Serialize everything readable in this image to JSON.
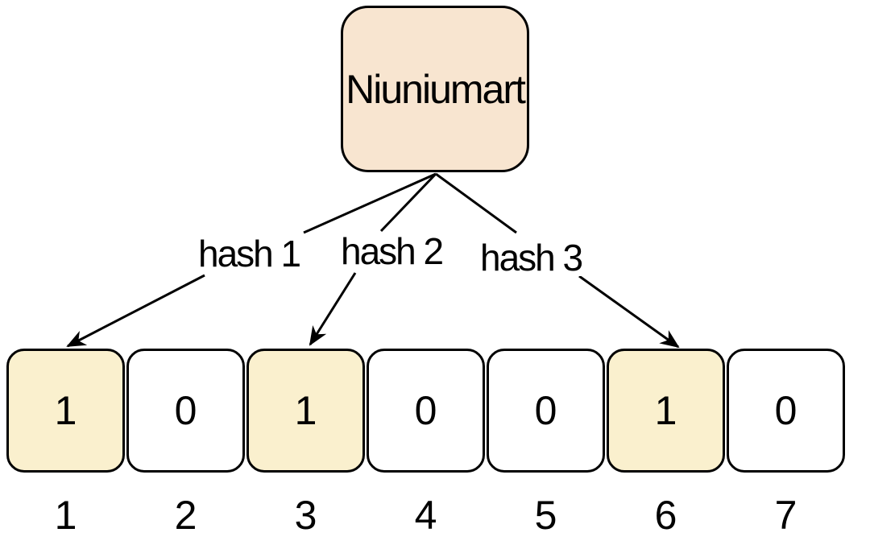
{
  "diagram": {
    "title": "bloom-filter-diagram",
    "root": {
      "label": "Niuniumart"
    },
    "hash_labels": [
      {
        "label": "hash 1"
      },
      {
        "label": "hash 2"
      },
      {
        "label": "hash 3"
      }
    ],
    "cells": [
      {
        "index": "1",
        "bit": "1",
        "highlight": true
      },
      {
        "index": "2",
        "bit": "0",
        "highlight": false
      },
      {
        "index": "3",
        "bit": "1",
        "highlight": true
      },
      {
        "index": "4",
        "bit": "0",
        "highlight": false
      },
      {
        "index": "5",
        "bit": "0",
        "highlight": false
      },
      {
        "index": "6",
        "bit": "1",
        "highlight": true
      },
      {
        "index": "7",
        "bit": "0",
        "highlight": false
      }
    ],
    "colors": {
      "root_fill": "#F8E5D0",
      "cell_highlight_fill": "#FAF0CE",
      "cell_default_fill": "#FFFFFF",
      "stroke": "#000000"
    }
  }
}
